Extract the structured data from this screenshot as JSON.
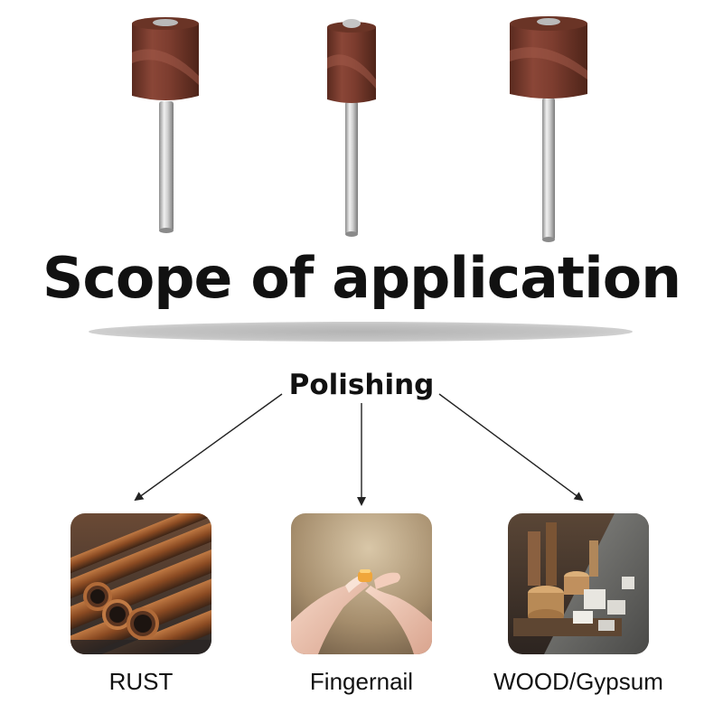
{
  "heading": {
    "title": "Scope of application",
    "subtitle": "Polishing"
  },
  "products": [
    {
      "icon": "sanding-drum-bit-icon",
      "size": "large"
    },
    {
      "icon": "sanding-drum-bit-icon",
      "size": "small"
    },
    {
      "icon": "sanding-drum-bit-icon",
      "size": "large"
    }
  ],
  "applications": [
    {
      "label": "RUST",
      "icon": "rusty-pipes-image"
    },
    {
      "label": "Fingernail",
      "icon": "fingernail-image"
    },
    {
      "label": "WOOD/Gypsum",
      "icon": "wood-gypsum-image"
    }
  ],
  "colors": {
    "abrasive": "#7a3b2c",
    "shank": "#c8c8c8",
    "text": "#111111"
  }
}
